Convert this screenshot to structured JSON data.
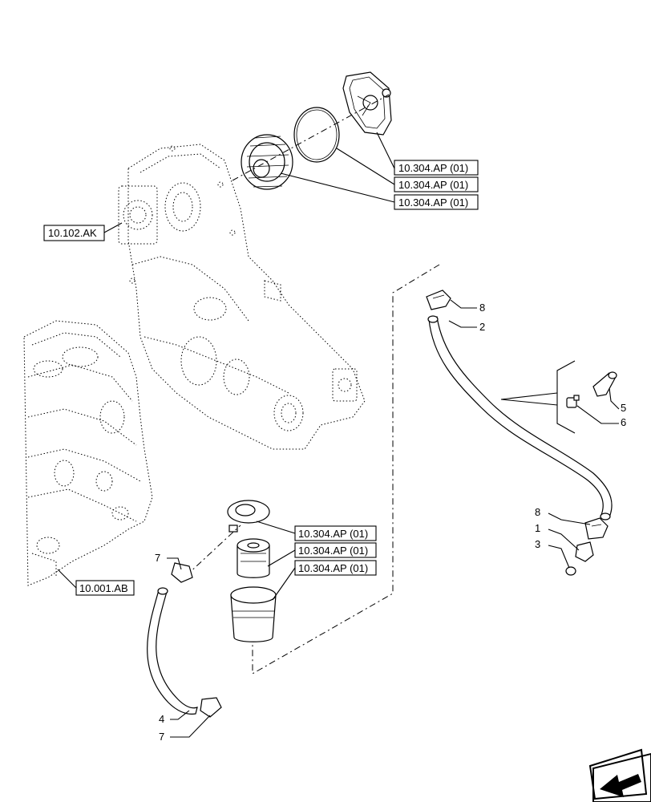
{
  "callouts": {
    "pump_cover": "10.304.AP (01)",
    "pump_gasket": "10.304.AP (01)",
    "pump_gear": "10.304.AP (01)",
    "timing_housing": "10.102.AK",
    "filter_head": "10.304.AP (01)",
    "filter_element": "10.304.AP (01)",
    "filter_bowl": "10.304.AP (01)",
    "engine_block": "10.001.AB"
  },
  "numbers": {
    "n8_top": "8",
    "n2": "2",
    "n5": "5",
    "n6": "6",
    "n8_bottom": "8",
    "n1": "1",
    "n3": "3",
    "n7_top": "7",
    "n4": "4",
    "n7_bottom": "7"
  }
}
